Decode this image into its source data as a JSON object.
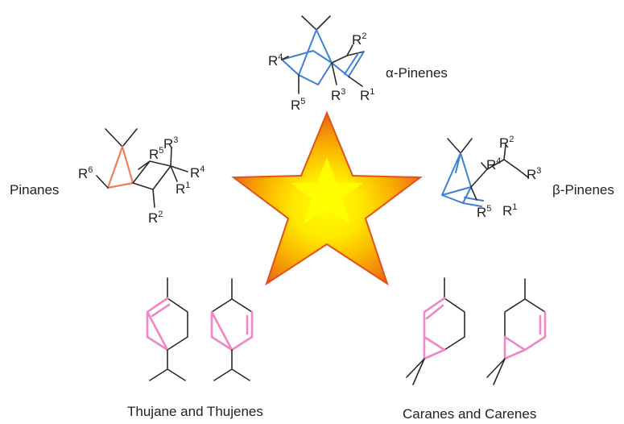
{
  "labels": {
    "alpha": "α-Pinenes",
    "beta": "β-Pinenes",
    "pinanes": "Pinanes",
    "thujane": "Thujane and Thujenes",
    "carane": "Caranes and Carenes"
  },
  "substituents": {
    "r1": "R",
    "r1_sup": "1",
    "r2": "R",
    "r2_sup": "2",
    "r3": "R",
    "r3_sup": "3",
    "r4": "R",
    "r4_sup": "4",
    "r5": "R",
    "r5_sup": "5",
    "r6": "R",
    "r6_sup": "6"
  },
  "colors": {
    "star_outer": "#e8541c",
    "star_mid": "#f5a000",
    "star_inner": "#ffee00",
    "pinene_bonds": "#3d7fd9",
    "cyclopropane_bonds": "#ef7f5a",
    "thujane_carane_bonds": "#ef86c6",
    "skeleton_bonds": "#2a2a2a"
  }
}
